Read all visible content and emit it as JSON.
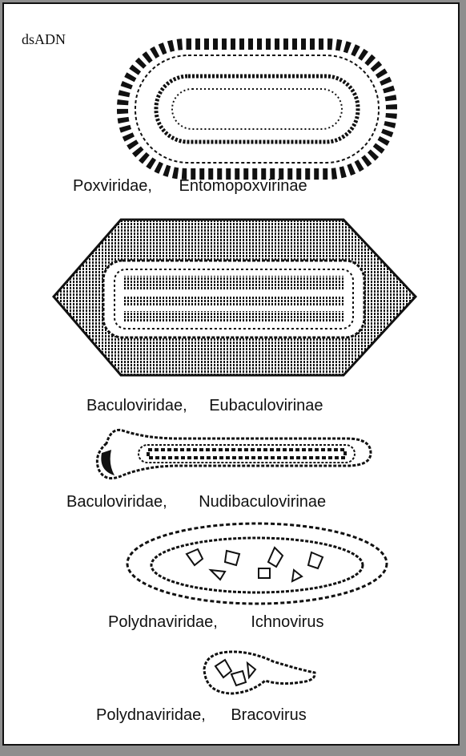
{
  "panel_label": "dsADN",
  "items": [
    {
      "family": "Poxviridae,",
      "group": "Entomopoxvirinae",
      "icon": "poxvirus-icon"
    },
    {
      "family": "Baculoviridae,",
      "group": "Eubaculovirinae",
      "icon": "eubaculovirus-icon"
    },
    {
      "family": "Baculoviridae,",
      "group": "Nudibaculovirinae",
      "icon": "nudibaculovirus-icon"
    },
    {
      "family": "Polydnaviridae,",
      "group": "Ichnovirus",
      "icon": "ichnovirus-icon"
    },
    {
      "family": "Polydnaviridae,",
      "group": "Bracovirus",
      "icon": "bracovirus-icon"
    }
  ],
  "colors": {
    "ink": "#111111",
    "paper": "#ffffff",
    "border": "#8e8e8e"
  }
}
